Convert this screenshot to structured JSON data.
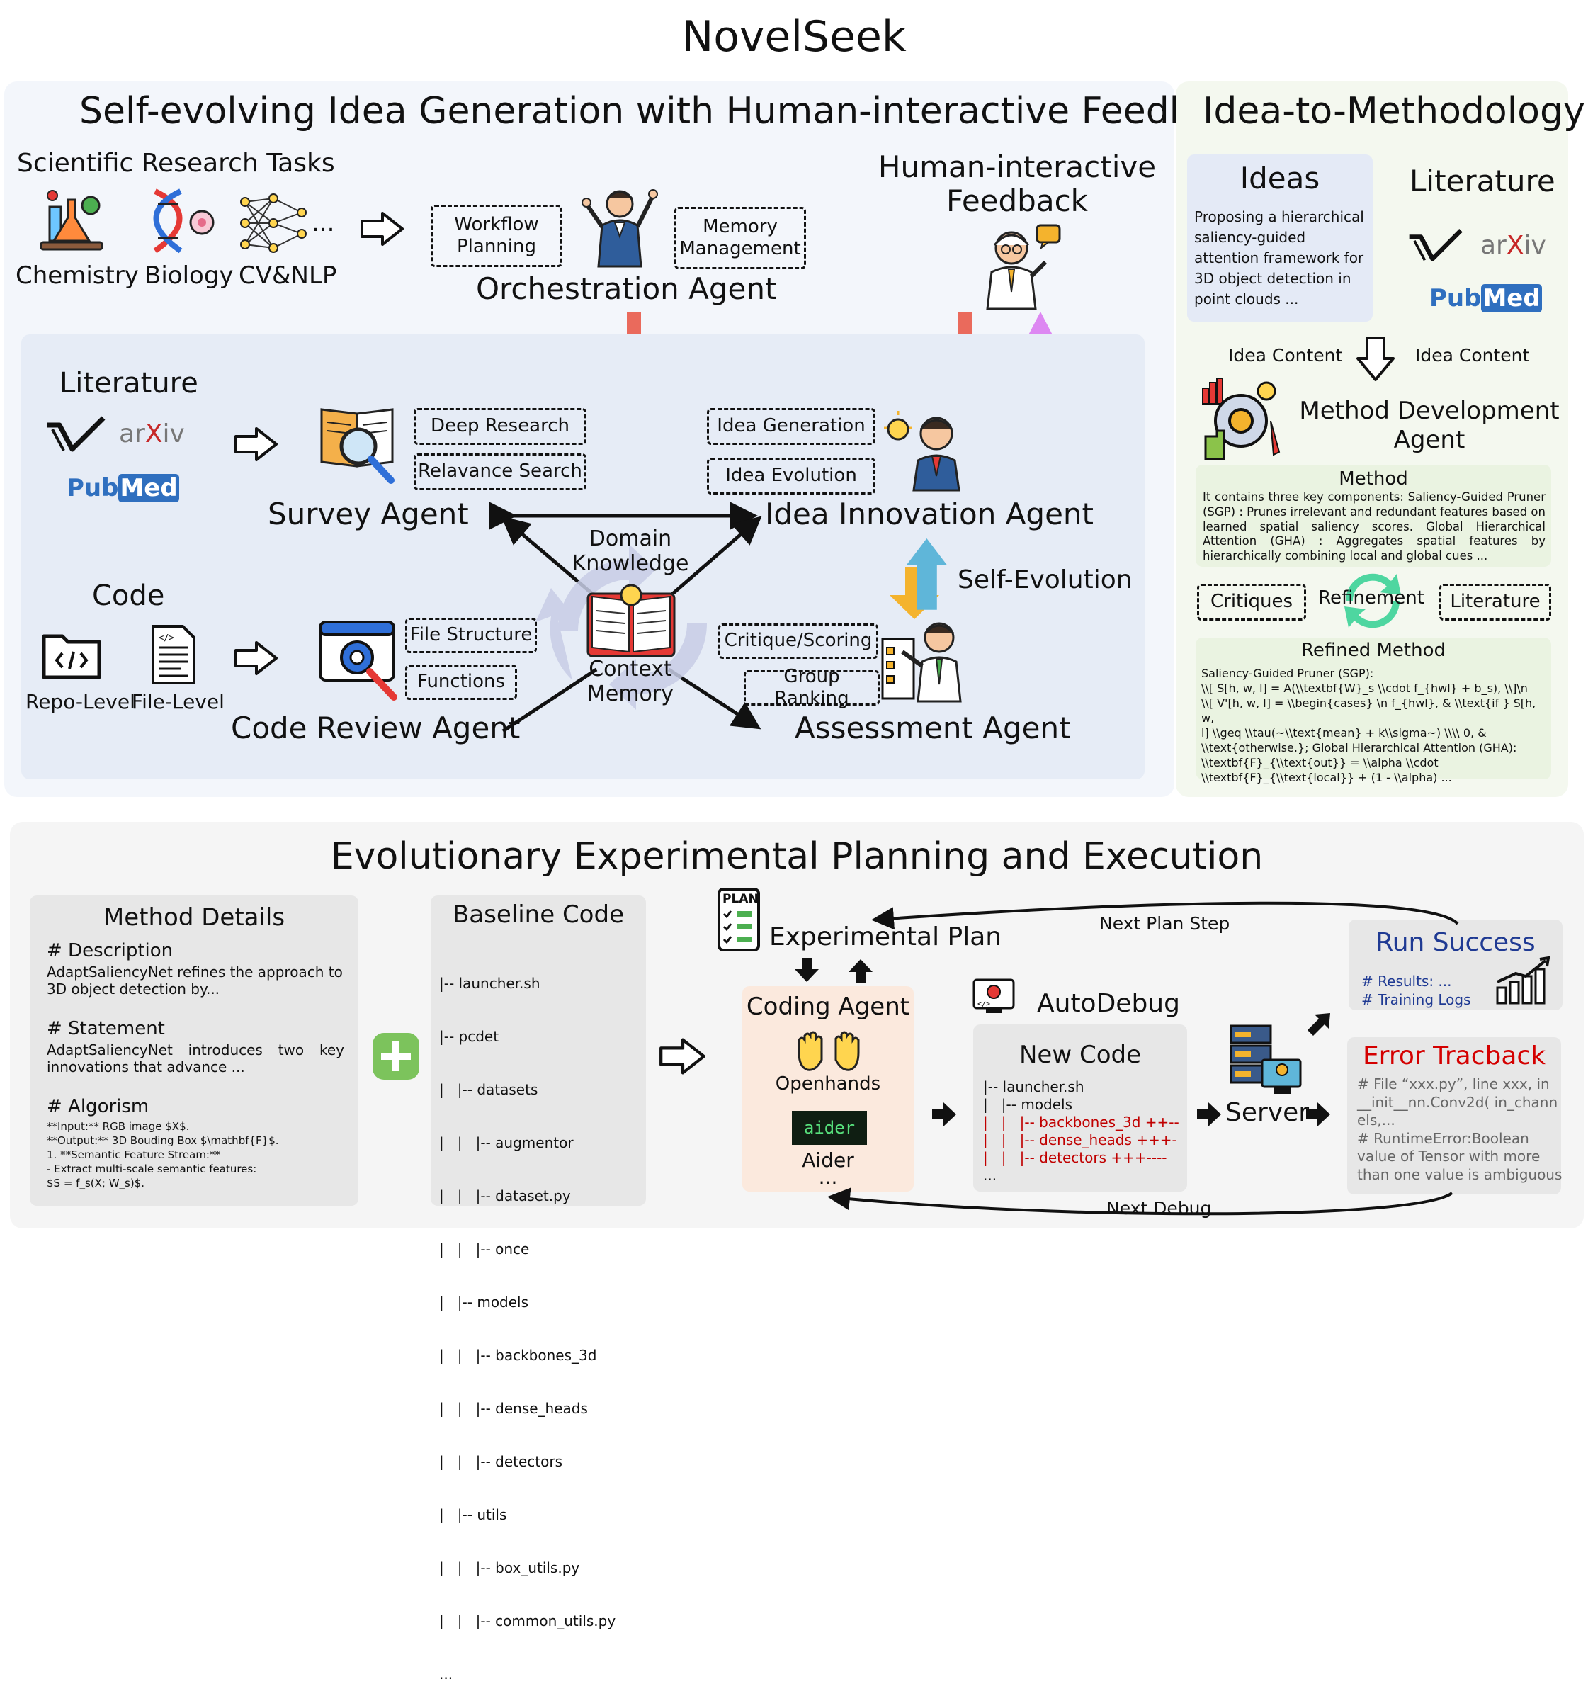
{
  "title": "NovelSeek",
  "idea_gen": {
    "title": "Self-evolving Idea Generation with Human-interactive Feedback",
    "tasks_label": "Scientific Research Tasks",
    "tasks": [
      "Chemistry",
      "Biology",
      "CV&NLP"
    ],
    "ellipsis": "...",
    "workflow_planning": "Workflow\nPlanning",
    "memory_management": "Memory\nManagement",
    "orchestration_agent": "Orchestration Agent",
    "human_feedback": "Human-interactive\nFeedback",
    "literature_label": "Literature",
    "code_label": "Code",
    "repo_level": "Repo-Level",
    "file_level": "File-Level",
    "deep_research": "Deep Research",
    "relevance_search": "Relavance Search",
    "survey_agent": "Survey Agent",
    "idea_generation": "Idea Generation",
    "idea_evolution": "Idea Evolution",
    "idea_innovation_agent": "Idea Innovation Agent",
    "domain_knowledge": "Domain\nKnowledge",
    "context_memory": "Context\nMemory",
    "self_evolution": "Self-Evolution",
    "file_structure": "File Structure",
    "functions": "Functions",
    "code_review_agent": "Code Review Agent",
    "critique_scoring": "Critique/Scoring",
    "group_ranking": "Group Ranking",
    "assessment_agent": "Assessment Agent",
    "arxiv": "arXiv",
    "pubmed_a": "Pub",
    "pubmed_b": "Med"
  },
  "methodology": {
    "title": "Idea-to-Methodology",
    "ideas_title": "Ideas",
    "ideas_text": "Proposing a hierarchical saliency-guided attention framework for 3D object detection in point clouds ...",
    "literature": "Literature",
    "idea_content_left": "Idea Content",
    "idea_content_right": "Idea Content",
    "method_dev_agent": "Method Development\nAgent",
    "method_title": "Method",
    "method_text": "It contains three key components: Saliency-Guided Pruner (SGP) : Prunes irrelevant and redundant features based on learned spatial saliency scores. Global Hierarchical Attention (GHA) : Aggregates spatial features by hierarchically combining local and global cues ...",
    "critiques": "Critiques",
    "refinement": "Refinement",
    "literature_box": "Literature",
    "refined_title": "Refined Method",
    "refined_lines": [
      "Saliency-Guided Pruner (SGP):",
      "\\\\[ S[h, w, l] = A(\\\\textbf{W}_s \\\\cdot f_{hwl} + b_s), \\\\]\\n",
      "\\\\[ V'[h, w, l] = \\\\begin{cases} \\n f_{hwl}, & \\\\text{if } S[h, w,",
      "l] \\\\geq \\\\tau(~\\\\text{mean} + k\\\\sigma~) \\\\\\\\ 0, &",
      "\\\\text{otherwise.}; Global Hierarchical Attention (GHA):",
      "\\\\textbf{F}_{\\\\text{out}} = \\\\alpha \\\\cdot",
      "\\\\textbf{F}_{\\\\text{local}} + (1 - \\\\alpha) ..."
    ]
  },
  "experiment": {
    "title": "Evolutionary Experimental Planning and Execution",
    "method_details_title": "Method Details",
    "description_h": "# Description",
    "description_t": "AdaptSaliencyNet refines the approach to 3D object detection by...",
    "statement_h": "# Statement",
    "statement_t": "AdaptSaliencyNet introduces two key innovations that advance ...",
    "algorism_h": "# Algorism",
    "algorism_lines": [
      "**Input:** RGB image $X$.",
      "**Output:** 3D Bouding Box $\\mathbf{F}$.",
      "1. **Semantic Feature Stream:**",
      "- Extract multi-scale semantic features:",
      "$S = f_s(X; W_s)$."
    ],
    "baseline_title": "Baseline Code",
    "baseline_lines": [
      "|-- launcher.sh",
      "|-- pcdet",
      "|   |-- datasets",
      "|   |   |-- augmentor",
      "|   |   |-- dataset.py",
      "|   |   |-- once",
      "|   |-- models",
      "|   |   |-- backbones_3d",
      "|   |   |-- dense_heads",
      "|   |   |-- detectors",
      "|   |-- utils",
      "|   |   |-- box_utils.py",
      "|   |   |-- common_utils.py",
      "..."
    ],
    "plan_icon": "PLAN",
    "experimental_plan": "Experimental Plan",
    "next_plan_step": "Next Plan Step",
    "coding_agent": "Coding Agent",
    "openhands": "Openhands",
    "aider_logo": "aider",
    "aider": "Aider",
    "coding_ellipsis": "...",
    "autodebug": "AutoDebug",
    "new_code_title": "New Code",
    "new_code_lines": [
      {
        "text": "|-- launcher.sh",
        "color": "#111111"
      },
      {
        "text": "|   |-- models",
        "color": "#111111"
      },
      {
        "text": "|   |   |-- backbones_3d ++--",
        "color": "#c00000"
      },
      {
        "text": "|   |   |-- dense_heads +++-",
        "color": "#c00000"
      },
      {
        "text": "|   |   |-- detectors +++----",
        "color": "#c00000"
      },
      {
        "text": "...",
        "color": "#111111"
      }
    ],
    "server": "Server",
    "run_success": "Run Success",
    "results": "# Results: ...",
    "training_logs": "# Training Logs",
    "error_title": "Error Tracback",
    "error_lines": [
      "# File “xxx.py”, line xxx, in",
      "__init__nn.Conv2d( in_chann",
      "els,...",
      "# RuntimeError:Boolean",
      "value of Tensor with more",
      "than one value is ambiguous"
    ],
    "next_debug": "Next Debug"
  },
  "colors": {
    "panel_blue": "#f3f6fb",
    "inner_blue": "#e6ecf6",
    "panel_green": "#f4f8ef",
    "ideas_bg": "#e4eaf6",
    "method_bg": "#eaf3e1",
    "coding_bg": "#fbe9dd",
    "arrow_red": "#ea6a5c",
    "arrow_purple": "#dd88f2",
    "arrow_blue": "#5fb6d9",
    "arrow_yellow": "#f4b32d",
    "error_red": "#d40000",
    "run_blue": "#1f3a93",
    "aider_green": "#57e07c"
  }
}
